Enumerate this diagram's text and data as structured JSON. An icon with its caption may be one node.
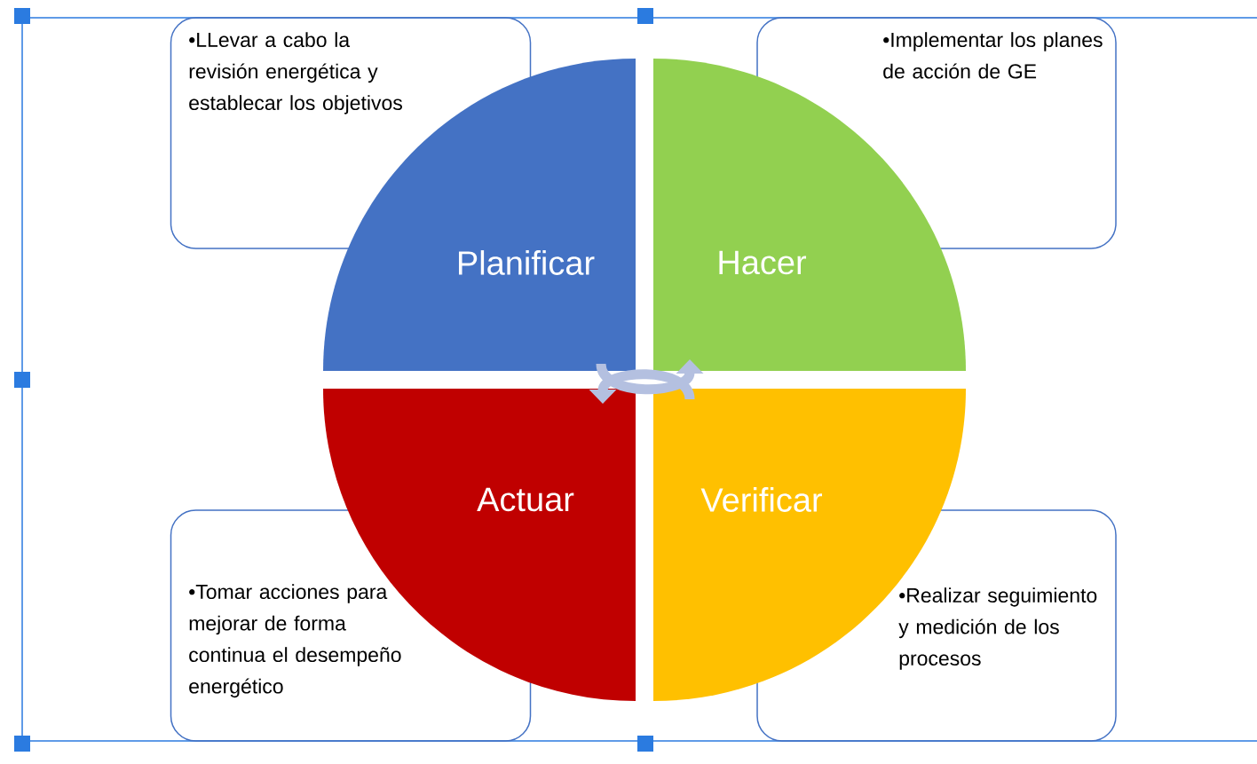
{
  "diagram": {
    "nodes": [
      {
        "text": [
          "•LLevar a cabo la revisión energética y establecar los objetivos"
        ]
      },
      {
        "text": [
          "Planificar"
        ]
      },
      {
        "text": [
          "Hacer"
        ]
      },
      {
        "text": [
          "•Implementar los planes de acción de GE"
        ]
      },
      {
        "text": [
          "Actuar"
        ]
      },
      {
        "text": [
          "Verificar"
        ]
      },
      {
        "text": [
          "•Tomar acciones para mejorar de forma continua el desempeño energético"
        ]
      },
      {
        "text": [
          "•Realizar seguimiento y medición de los procesos"
        ]
      }
    ],
    "edges": [
      {
        "from": 1,
        "to": 2,
        "arrow": "to"
      },
      {
        "from": 5,
        "to": 4,
        "arrow": "to"
      }
    ]
  }
}
